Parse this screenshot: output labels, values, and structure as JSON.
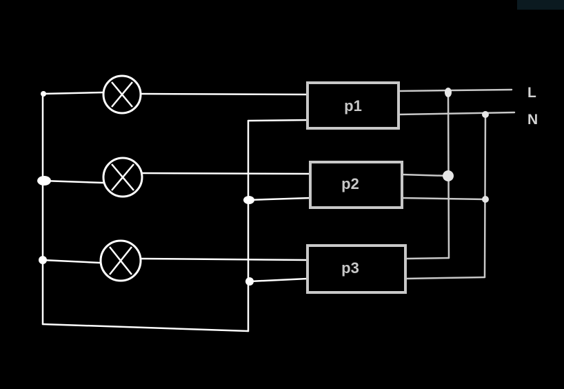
{
  "diagram": {
    "devices": [
      {
        "id": "p1",
        "label": "p1"
      },
      {
        "id": "p2",
        "label": "p2"
      },
      {
        "id": "p3",
        "label": "p3"
      }
    ],
    "lamps": [
      {
        "id": "lamp-1",
        "icon": "lamp-cross-icon"
      },
      {
        "id": "lamp-2",
        "icon": "lamp-cross-icon"
      },
      {
        "id": "lamp-3",
        "icon": "lamp-cross-icon"
      }
    ],
    "terminals": {
      "line": "L",
      "neutral": "N"
    },
    "colors": {
      "background": "#000000",
      "lamp_wiring": "#ffffff",
      "device_wiring": "#c8c8c8"
    }
  }
}
